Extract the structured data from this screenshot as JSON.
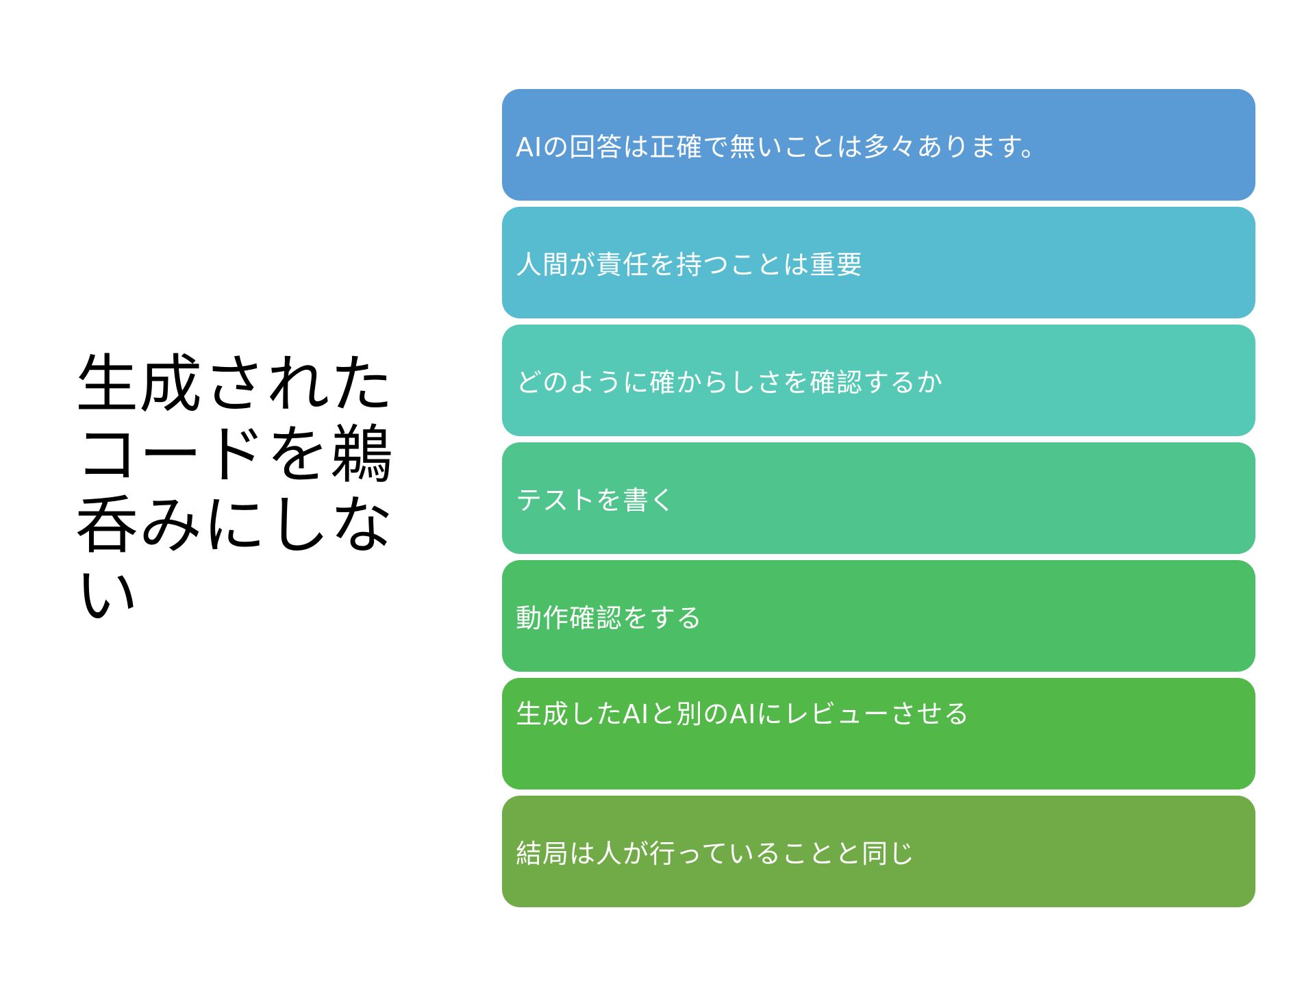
{
  "slide": {
    "title": "生成されたコードを鵜呑みにしない",
    "items": [
      {
        "text": "AIの回答は正確で無いことは多々あります。",
        "color": "#5b9bd5"
      },
      {
        "text": "人間が責任を持つことは重要",
        "color": "#57bcd0"
      },
      {
        "text": "どのように確からしさを確認するか",
        "color": "#55c9b6"
      },
      {
        "text": "テストを書く",
        "color": "#50c48d"
      },
      {
        "text": "動作確認をする",
        "color": "#4cbf66"
      },
      {
        "text": "生成したAIと別のAIにレビューさせる",
        "color": "#52b848"
      },
      {
        "text": "結局は人が行っていることと同じ",
        "color": "#71ab47"
      }
    ]
  }
}
